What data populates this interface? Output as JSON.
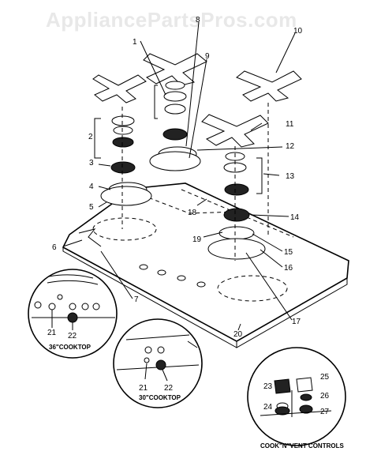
{
  "watermark": "AppliancePartsPros.com",
  "callouts": [
    "1",
    "2",
    "3",
    "4",
    "5",
    "6",
    "7",
    "8",
    "9",
    "10",
    "11",
    "12",
    "13",
    "14",
    "15",
    "16",
    "17",
    "18",
    "19",
    "20",
    "21",
    "22",
    "21",
    "22",
    "23",
    "24",
    "25",
    "26",
    "27"
  ],
  "insets": {
    "cooktop36": {
      "caption": "36\"COOKTOP"
    },
    "cooktop30": {
      "caption": "30\"COOKTOP"
    },
    "vent": {
      "caption": "COOK\"N\"VENT  CONTROLS"
    }
  }
}
